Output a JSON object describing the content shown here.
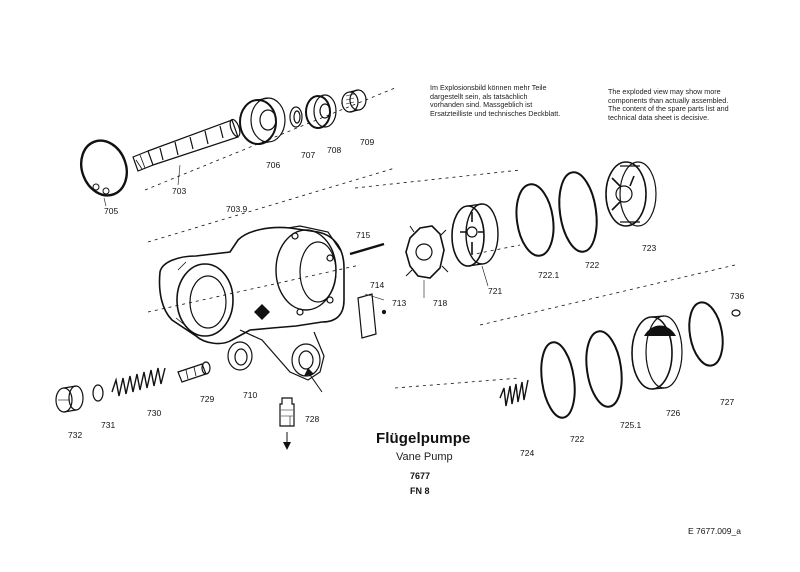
{
  "note_de": [
    "Im Explosionsbild können mehr Teile",
    "dargestellt sein, als tatsächlich",
    "vorhanden sind. Massgeblich ist",
    "Ersatzteilliste und technisches Deckblatt."
  ],
  "note_en": [
    "The exploded view may show more",
    "components than actually assembled.",
    "The content of the spare parts list and",
    "technical data sheet is decisive."
  ],
  "labels": {
    "p703": "703",
    "p705": "705",
    "p7039": "703.9",
    "p706": "706",
    "p707": "707",
    "p708": "708",
    "p709": "709",
    "p715": "715",
    "p714": "714",
    "p713": "713",
    "p718": "718",
    "p721": "721",
    "p7221": "722.1",
    "p722a": "722",
    "p723": "723",
    "p736": "736",
    "p710": "710",
    "p729": "729",
    "p730": "730",
    "p731": "731",
    "p732": "732",
    "p728": "728",
    "p724": "724",
    "p722b": "722",
    "p7251": "725.1",
    "p726": "726",
    "p727": "727"
  },
  "title": "Flügelpumpe",
  "subtitle": "Vane Pump",
  "code1": "7677",
  "code2": "FN 8",
  "reference": "E 7677.009_a"
}
